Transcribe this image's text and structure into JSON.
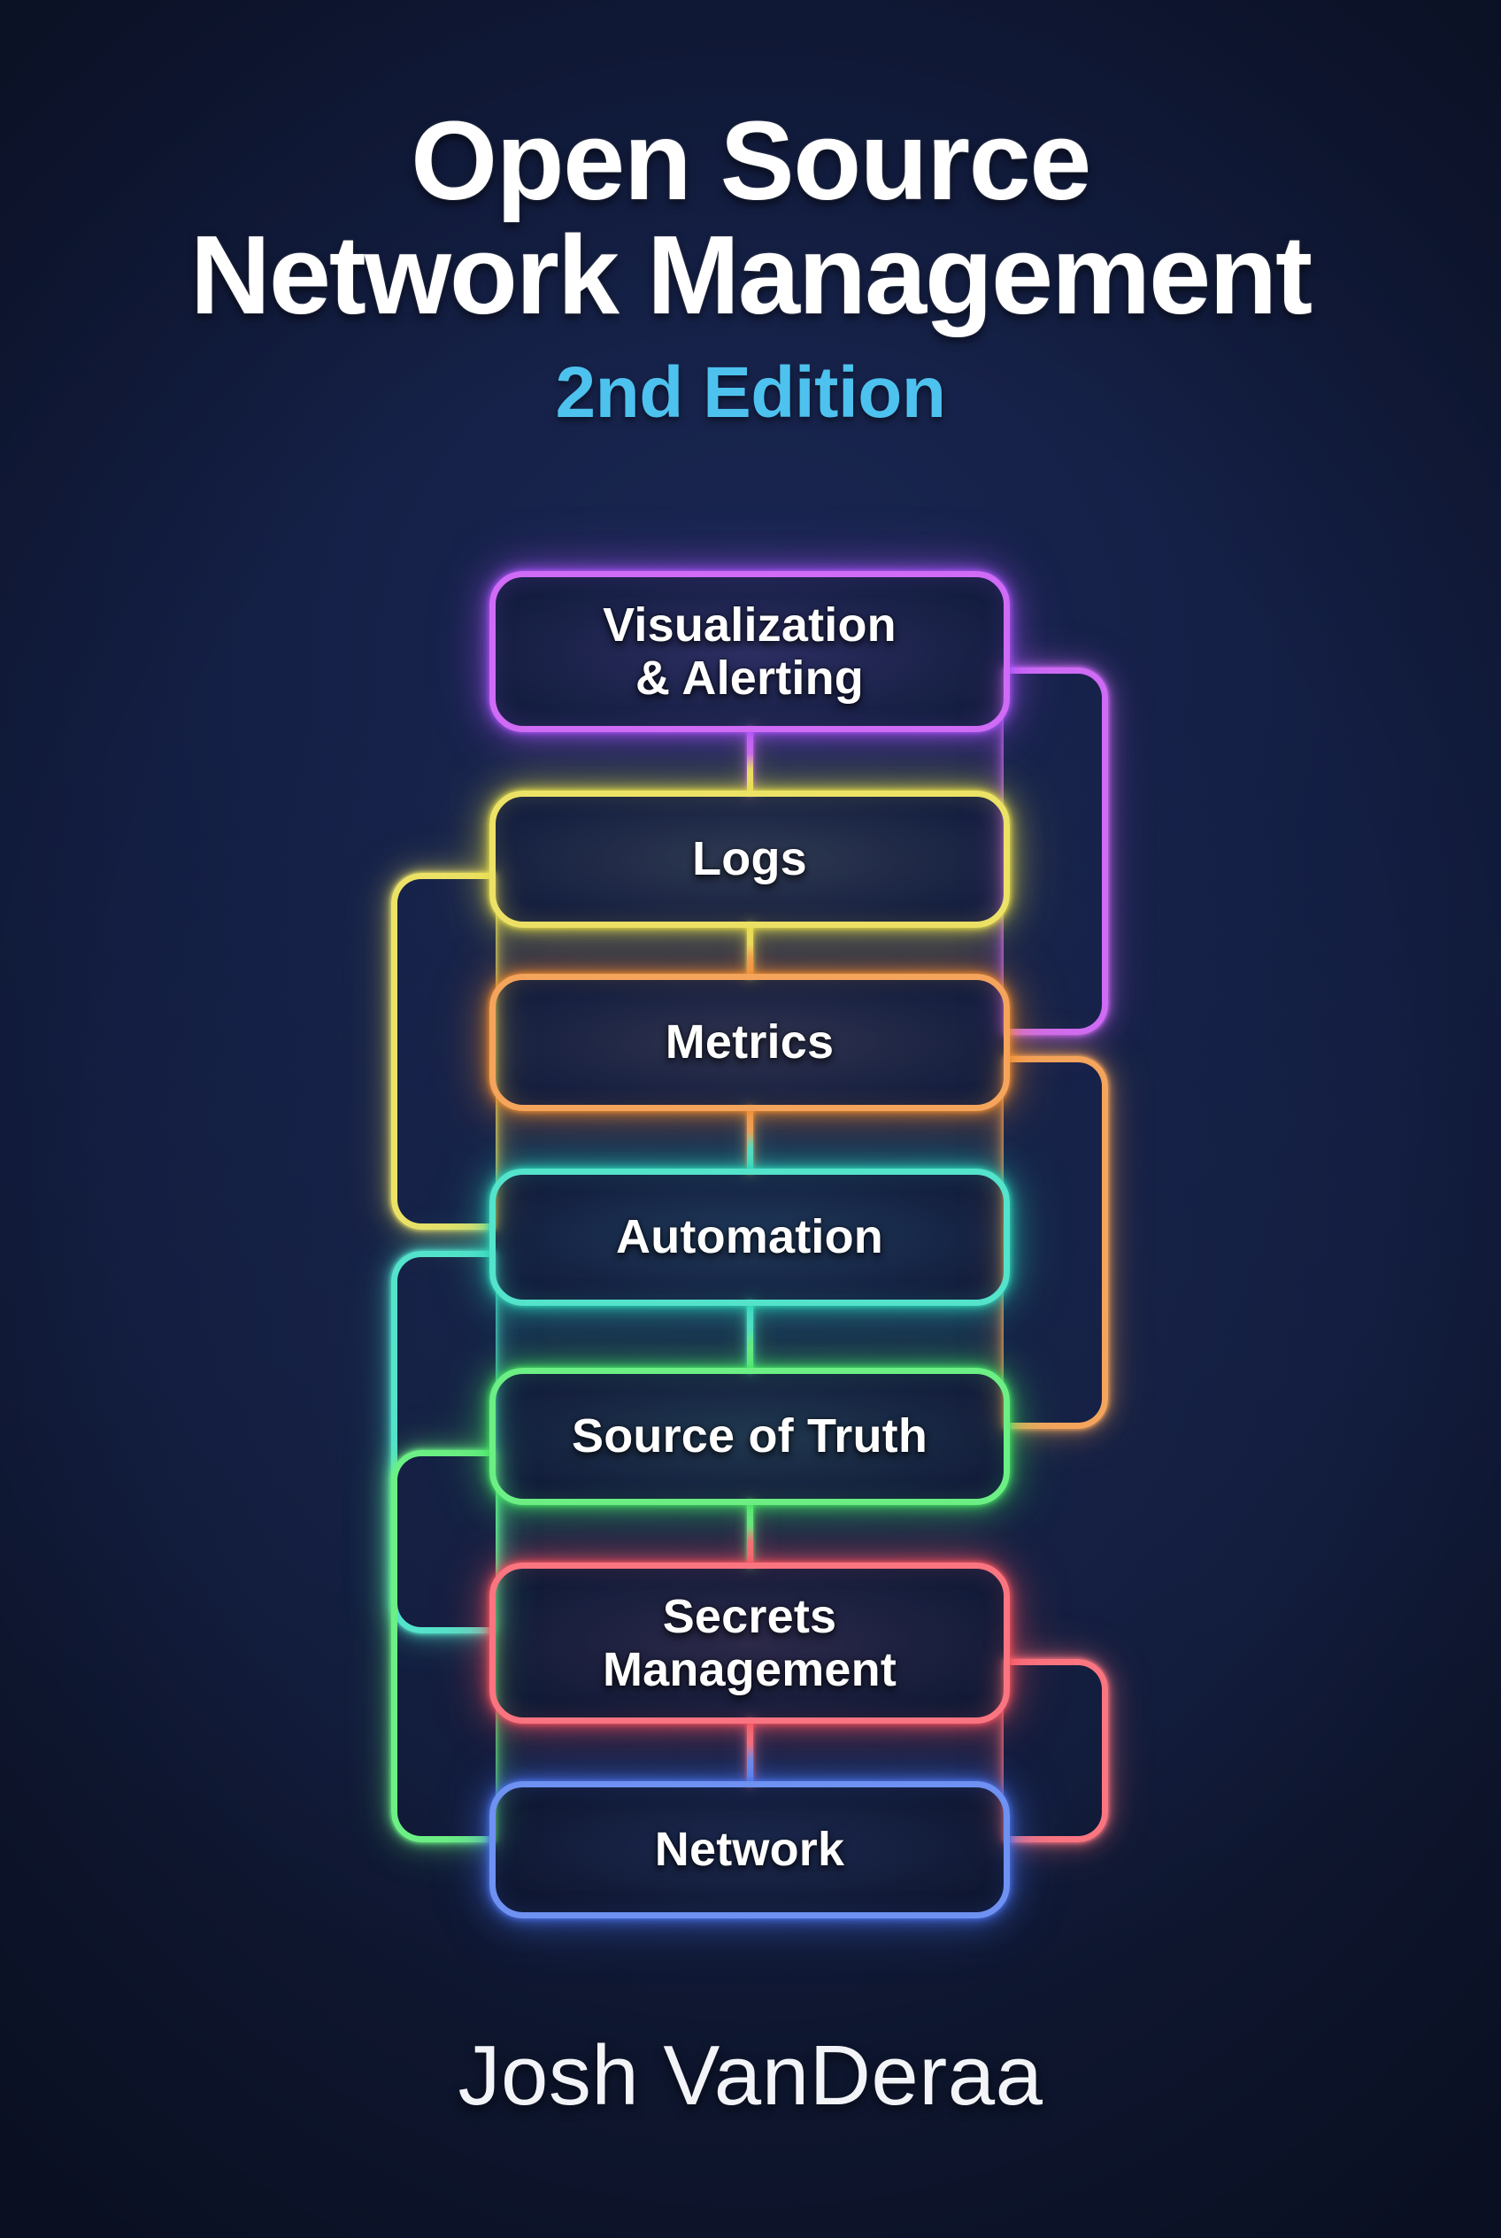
{
  "cover": {
    "background_color": "#131e43",
    "title_line_1": "Open Source",
    "title_line_2": "Network Management",
    "subtitle": "2nd Edition",
    "subtitle_color": "#4ec2ef",
    "author": "Josh VanDeraa"
  },
  "chart_data": {
    "type": "diagram",
    "title": "Open Source Network Management stack",
    "layout": "vertical-stack",
    "orientation": "top-to-bottom",
    "node_count": 7,
    "nodes": [
      {
        "id": "visualization-alerting",
        "label": "Visualization\n& Alerting",
        "label_lines": [
          "Visualization",
          "& Alerting"
        ],
        "order": 1,
        "color": "#cf6bf5",
        "glow": "#a855f7"
      },
      {
        "id": "logs",
        "label": "Logs",
        "label_lines": [
          "Logs"
        ],
        "order": 2,
        "color": "#ece266",
        "glow": "#e8df4a"
      },
      {
        "id": "metrics",
        "label": "Metrics",
        "label_lines": [
          "Metrics"
        ],
        "order": 3,
        "color": "#f5a45c",
        "glow": "#f08c2e"
      },
      {
        "id": "automation",
        "label": "Automation",
        "label_lines": [
          "Automation"
        ],
        "order": 4,
        "color": "#54e3cb",
        "glow": "#2ed3b7"
      },
      {
        "id": "source-of-truth",
        "label": "Source of Truth",
        "label_lines": [
          "Source of Truth"
        ],
        "order": 5,
        "color": "#6cef84",
        "glow": "#45e265"
      },
      {
        "id": "secrets-management",
        "label": "Secrets\nManagement",
        "label_lines": [
          "Secrets",
          "Management"
        ],
        "order": 6,
        "color": "#fa7580",
        "glow": "#f4545f"
      },
      {
        "id": "network",
        "label": "Network",
        "label_lines": [
          "Network"
        ],
        "order": 7,
        "color": "#6e91f2",
        "glow": "#4a72e8"
      }
    ],
    "connections": [
      {
        "from": "visualization-alerting",
        "to": "logs",
        "kind": "vertical"
      },
      {
        "from": "logs",
        "to": "metrics",
        "kind": "vertical"
      },
      {
        "from": "metrics",
        "to": "automation",
        "kind": "vertical"
      },
      {
        "from": "automation",
        "to": "source-of-truth",
        "kind": "vertical"
      },
      {
        "from": "source-of-truth",
        "to": "secrets-management",
        "kind": "vertical"
      },
      {
        "from": "secrets-management",
        "to": "network",
        "kind": "vertical"
      },
      {
        "from": "visualization-alerting",
        "to": "metrics",
        "kind": "bypass-right",
        "color": "#cf6bf5"
      },
      {
        "from": "logs",
        "to": "automation",
        "kind": "bypass-left",
        "color": "#ece266"
      },
      {
        "from": "metrics",
        "to": "source-of-truth",
        "kind": "bypass-right",
        "color": "#f5a45c"
      },
      {
        "from": "automation",
        "to": "secrets-management",
        "kind": "bypass-left",
        "color": "#54e3cb"
      },
      {
        "from": "source-of-truth",
        "to": "network",
        "kind": "bypass-left",
        "color": "#6cef84"
      },
      {
        "from": "secrets-management",
        "to": "network",
        "kind": "bypass-right",
        "color": "#fa7580"
      }
    ]
  }
}
